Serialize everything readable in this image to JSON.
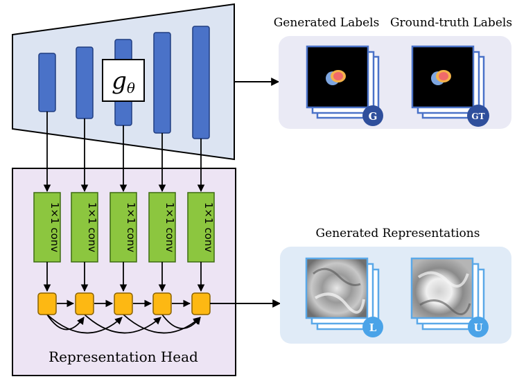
{
  "generator": {
    "symbol_main": "g",
    "symbol_sub": "θ"
  },
  "conv": {
    "label": "1×1 conv"
  },
  "head": {
    "title": "Representation Head"
  },
  "labels_panel": {
    "generated_title": "Generated Labels",
    "gt_title": "Ground-truth Labels",
    "badge_g": "G",
    "badge_gt": "GT"
  },
  "repr_panel": {
    "title": "Generated Representations",
    "badge_l": "L",
    "badge_u": "U"
  },
  "colors": {
    "generator_fill": "#dce4f2",
    "feature_bar": "#4a72c8",
    "head_fill": "#ede4f4",
    "conv_fill": "#8cc63f",
    "node_fill": "#fdb813",
    "labels_panel_fill": "#eaeaf5",
    "repr_panel_fill": "#e0ebf7",
    "badge_dark": "#2f4f9c",
    "badge_light": "#4aa3e8"
  }
}
